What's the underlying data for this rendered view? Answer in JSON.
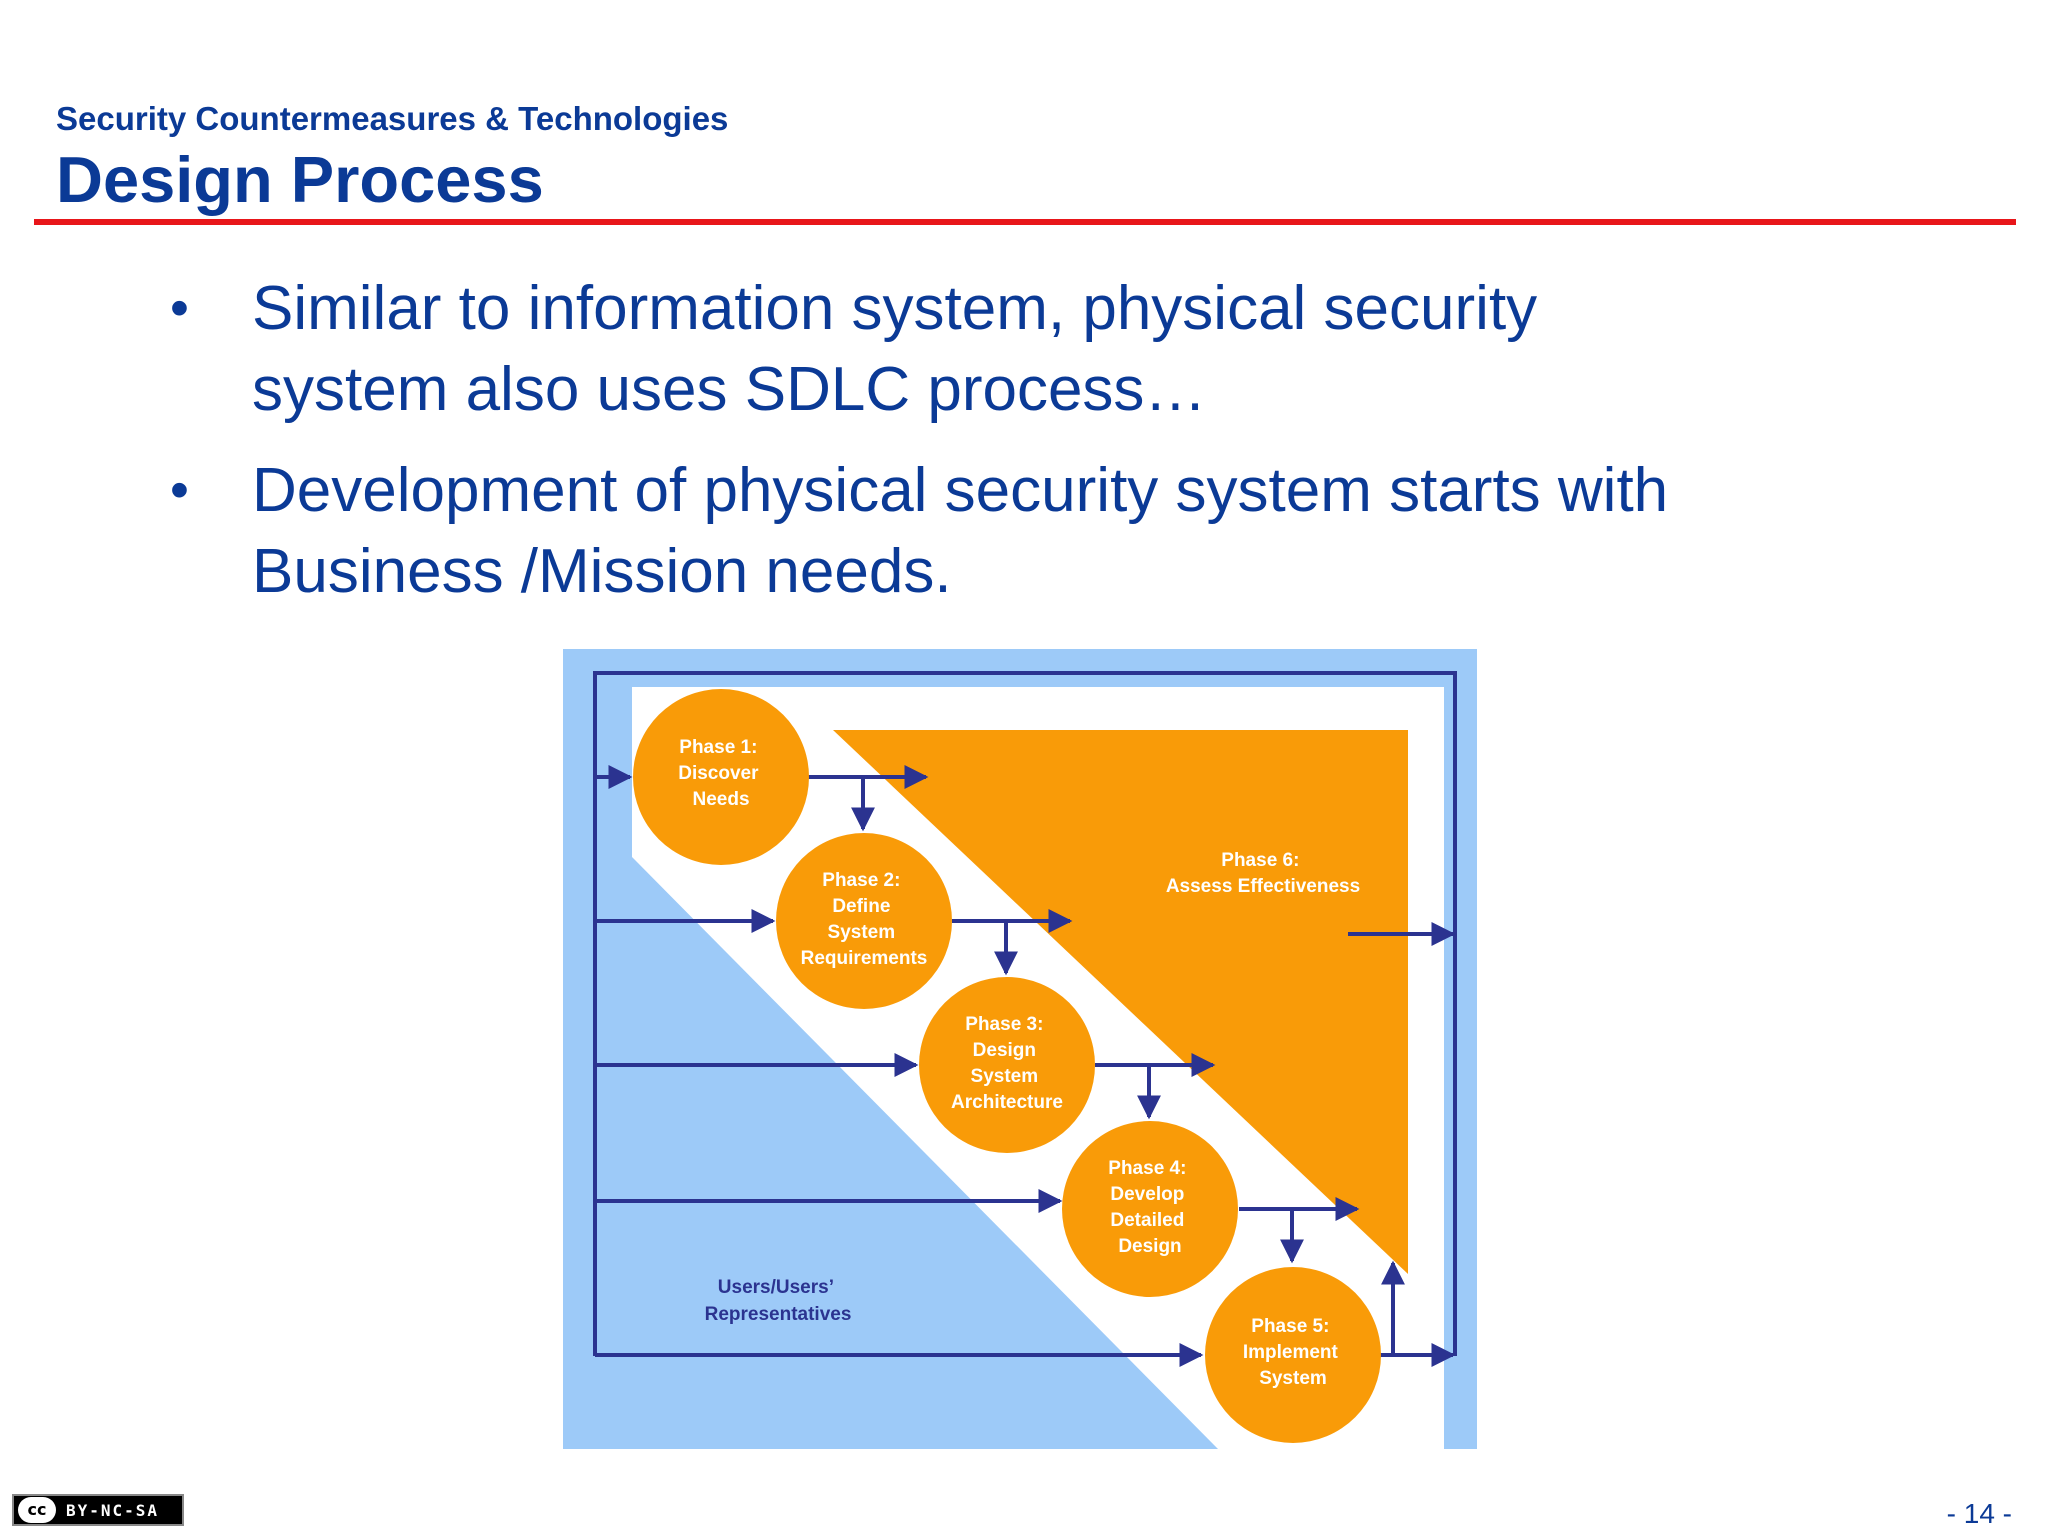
{
  "header": {
    "subtitle": "Security Countermeasures & Technologies",
    "title": "Design Process"
  },
  "bullets": [
    {
      "marker": "•",
      "lines": [
        "Similar to information system, physical security",
        "system also uses SDLC process…"
      ]
    },
    {
      "marker": "•",
      "lines": [
        "Development of physical security system starts with",
        "Business /Mission needs."
      ]
    }
  ],
  "diagram": {
    "phases": [
      {
        "lines": [
          "Phase 1:",
          "Discover",
          "Needs"
        ]
      },
      {
        "lines": [
          "Phase 2:",
          "Define",
          "System",
          "Requirements"
        ]
      },
      {
        "lines": [
          "Phase 3:",
          "Design",
          "System",
          "Architecture"
        ]
      },
      {
        "lines": [
          "Phase 4:",
          "Develop",
          "Detailed",
          "Design"
        ]
      },
      {
        "lines": [
          "Phase 5:",
          "Implement",
          "System"
        ]
      }
    ],
    "phase6": {
      "lines": [
        "Phase 6:",
        "Assess Effectiveness"
      ]
    },
    "users": {
      "lines": [
        "Users/Users’",
        "Representatives"
      ]
    },
    "colors": {
      "orange": "#f99b08",
      "light_blue": "#9dcaf8",
      "arrow": "#2b3390",
      "text_on_orange": "#ffffff"
    }
  },
  "footer": {
    "license_icon": "cc",
    "license_text": "BY-NC-SA",
    "page_number": "- 14 -"
  }
}
